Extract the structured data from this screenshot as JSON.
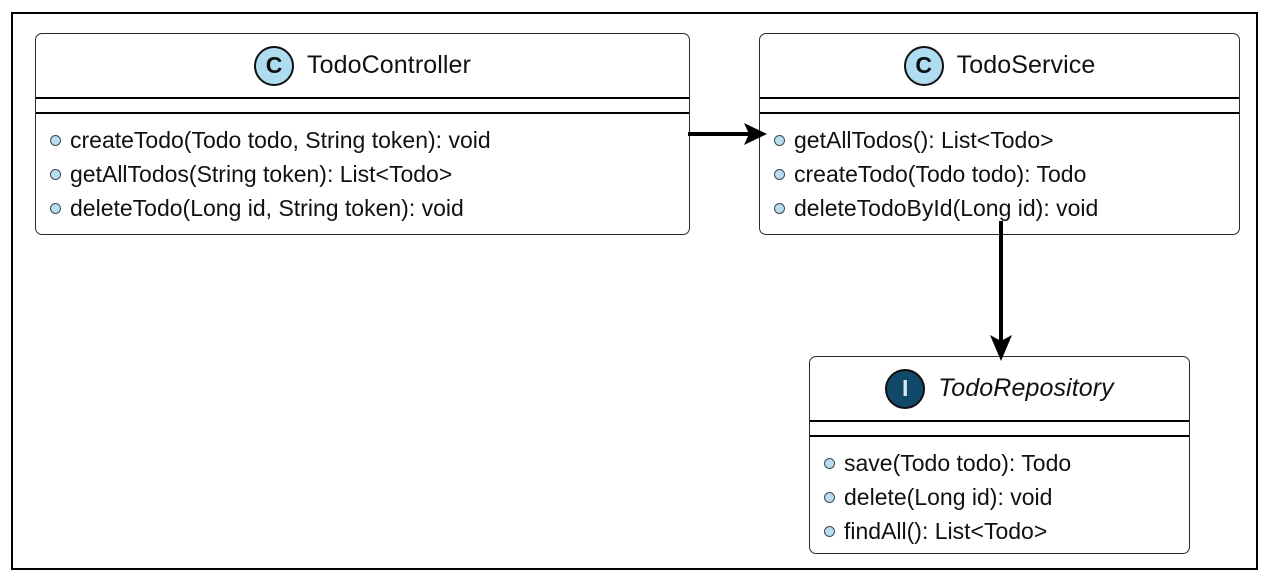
{
  "diagram": {
    "type": "uml-class-diagram",
    "classes": [
      {
        "id": "todo-controller",
        "name": "TodoController",
        "stereotype": "class",
        "badge": "C",
        "italic": false,
        "attributes": [],
        "methods": [
          "createTodo(Todo todo, String token): void",
          "getAllTodos(String token): List<Todo>",
          "deleteTodo(Long id, String token): void"
        ]
      },
      {
        "id": "todo-service",
        "name": "TodoService",
        "stereotype": "class",
        "badge": "C",
        "italic": false,
        "attributes": [],
        "methods": [
          "getAllTodos(): List<Todo>",
          "createTodo(Todo todo): Todo",
          "deleteTodoById(Long id): void"
        ]
      },
      {
        "id": "todo-repository",
        "name": "TodoRepository",
        "stereotype": "interface",
        "badge": "I",
        "italic": true,
        "attributes": [],
        "methods": [
          "save(Todo todo): Todo",
          "delete(Long id): void",
          "findAll(): List<Todo>"
        ]
      }
    ],
    "connectors": [
      {
        "id": "controller-to-service",
        "from": "TodoController",
        "to": "TodoService",
        "direction": "right",
        "arrowhead": "filled",
        "line": "solid",
        "label": ""
      },
      {
        "id": "service-to-repository",
        "from": "TodoService",
        "to": "TodoRepository",
        "direction": "down",
        "arrowhead": "filled",
        "line": "solid",
        "label": ""
      }
    ],
    "colors": {
      "class_badge_fill": "#aedcf0",
      "interface_badge_fill": "#12496b",
      "bullet_fill": "#b8dcf0",
      "bullet_stroke": "#3a4a55",
      "box_stroke": "#2b2b2b",
      "frame_stroke": "#000000",
      "text": "#111111",
      "background": "#ffffff"
    }
  }
}
